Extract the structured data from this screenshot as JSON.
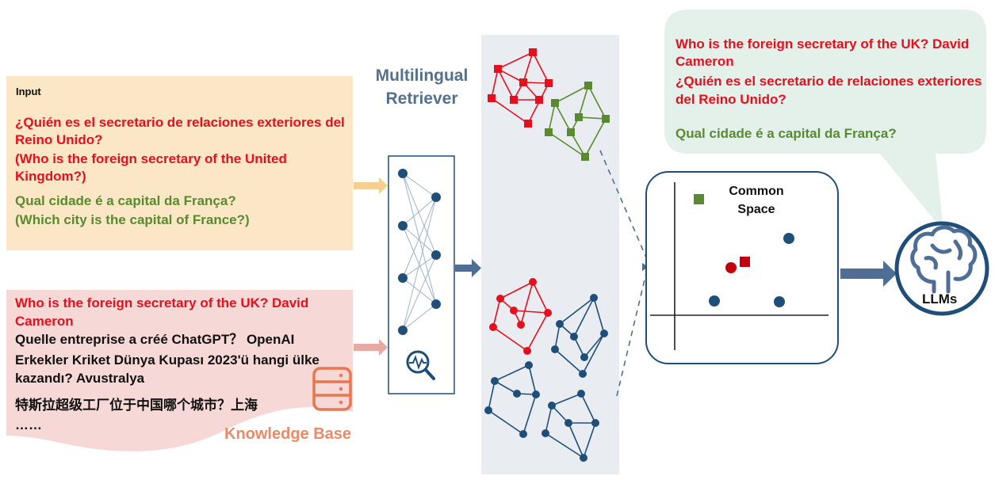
{
  "input": {
    "label": "Input",
    "lines": [
      {
        "text": "¿Quién es el secretario de relaciones exteriores del",
        "tone": "red"
      },
      {
        "text": "Reino Unido?",
        "tone": "red"
      },
      {
        "text": "(Who is the foreign secretary of the United",
        "tone": "red"
      },
      {
        "text": "Kingdom?)",
        "tone": "red"
      },
      {
        "text": "Qual cidade é a capital da França?",
        "tone": "green"
      },
      {
        "text": "(Which city is the capital of France?)",
        "tone": "green"
      }
    ]
  },
  "knowledge_base": {
    "title": "Knowledge Base",
    "lines": [
      {
        "text": "Who is the foreign secretary of  the UK? David",
        "tone": "red"
      },
      {
        "text": "Cameron",
        "tone": "red"
      },
      {
        "text": "Quelle entreprise a créé ChatGPT？ OpenAI",
        "tone": "black"
      },
      {
        "text": "Erkekler Kriket Dünya Kupası 2023'ü hangi ülke",
        "tone": "black"
      },
      {
        "text": "kazandı? Avustralya",
        "tone": "black"
      },
      {
        "text": "特斯拉超级工厂位于中国哪个城市？上海",
        "tone": "black"
      },
      {
        "text": "……",
        "tone": "black"
      }
    ]
  },
  "retriever": {
    "title_line1": "Multilingual",
    "title_line2": "Retriever"
  },
  "common_space": {
    "line1": "Common",
    "line2": "Space"
  },
  "output": {
    "lines": [
      {
        "text": "Who is the foreign secretary of  the UK? David",
        "tone": "red"
      },
      {
        "text": "Cameron",
        "tone": "red"
      },
      {
        "text": "¿Quién es el secretario de relaciones exteriores",
        "tone": "red"
      },
      {
        "text": "del Reino Unido?",
        "tone": "red"
      },
      {
        "text": "Qual cidade é a capital da França?",
        "tone": "green"
      }
    ]
  },
  "llm": {
    "label": "LLMs"
  },
  "colors": {
    "red": "#e3101e",
    "green": "#5a8a30",
    "blue_node": "#1f4e79",
    "input_bg": "#fbe6c6",
    "kb_bg": "#f6d9d7",
    "bubble_bg": "#e3f1ea",
    "panel_bg": "#e9edf2",
    "retriever_title": "#54708f",
    "kb_title": "#ea8a66"
  },
  "icons": [
    "database-icon",
    "magnifier-waveform-icon",
    "brain-icon"
  ]
}
